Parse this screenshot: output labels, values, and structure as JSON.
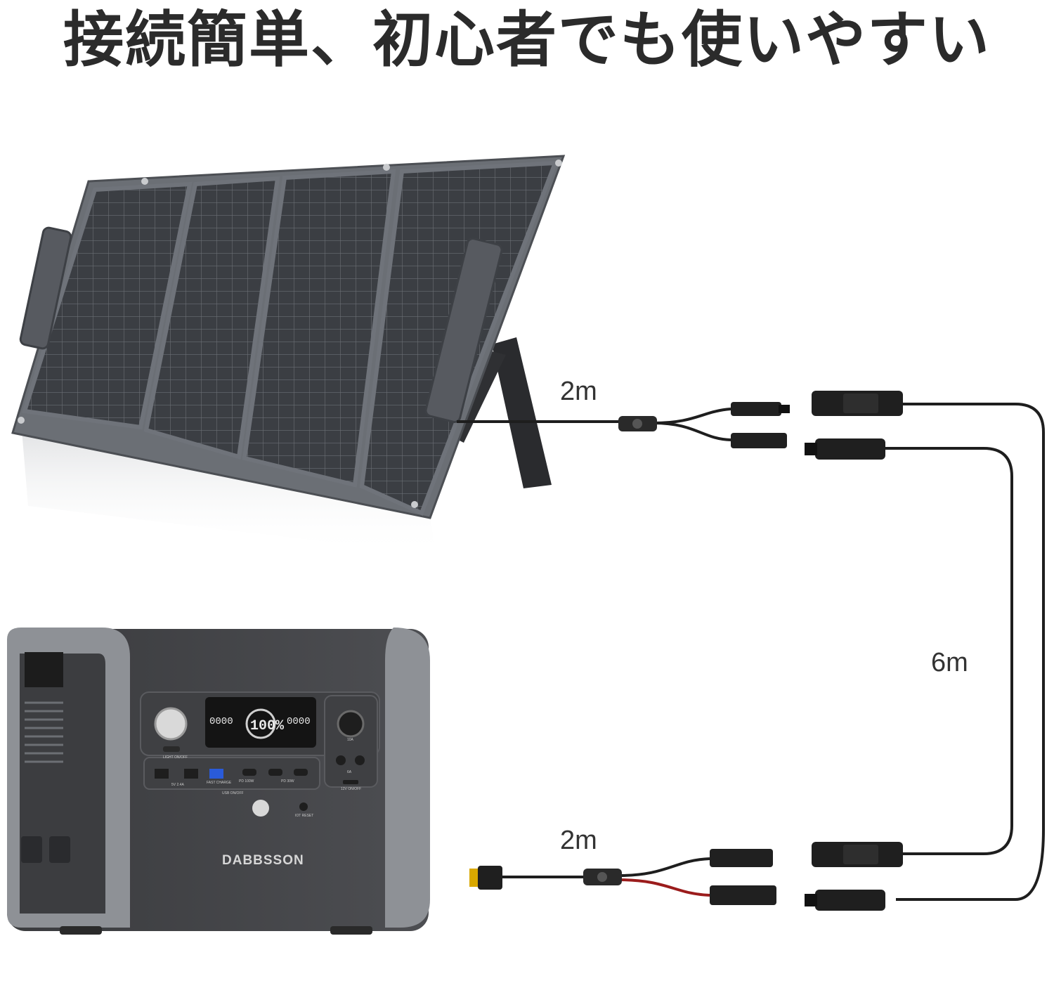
{
  "headline": "接続簡単、初心者でも使いやすい",
  "cable_lengths": {
    "panel_cable": "2m",
    "extension_cable": "6m",
    "station_cable": "2m"
  },
  "power_station": {
    "brand": "DABBSSON",
    "light_button": "LIGHT ON/OFF",
    "usb_a_label": "5V 2.4A",
    "fast_charge": "FAST CHARGE",
    "pd100": "PD 100W",
    "pd30": "PD 30W",
    "usb_button": "USB ON/OFF",
    "dc_button": "12V ON/OFF",
    "car_port": "10A",
    "dc_port": "6A",
    "iot_reset": "IOT RESET",
    "display_percent": "100%",
    "display_input": "0000",
    "display_output": "0000"
  },
  "colors": {
    "panel": "#5e6268",
    "cell": "#3b3e43",
    "station_body": "#4a4b4e",
    "station_trim": "#8e9196",
    "cable": "#1e1e1e",
    "red_wire": "#9b1c1c"
  }
}
